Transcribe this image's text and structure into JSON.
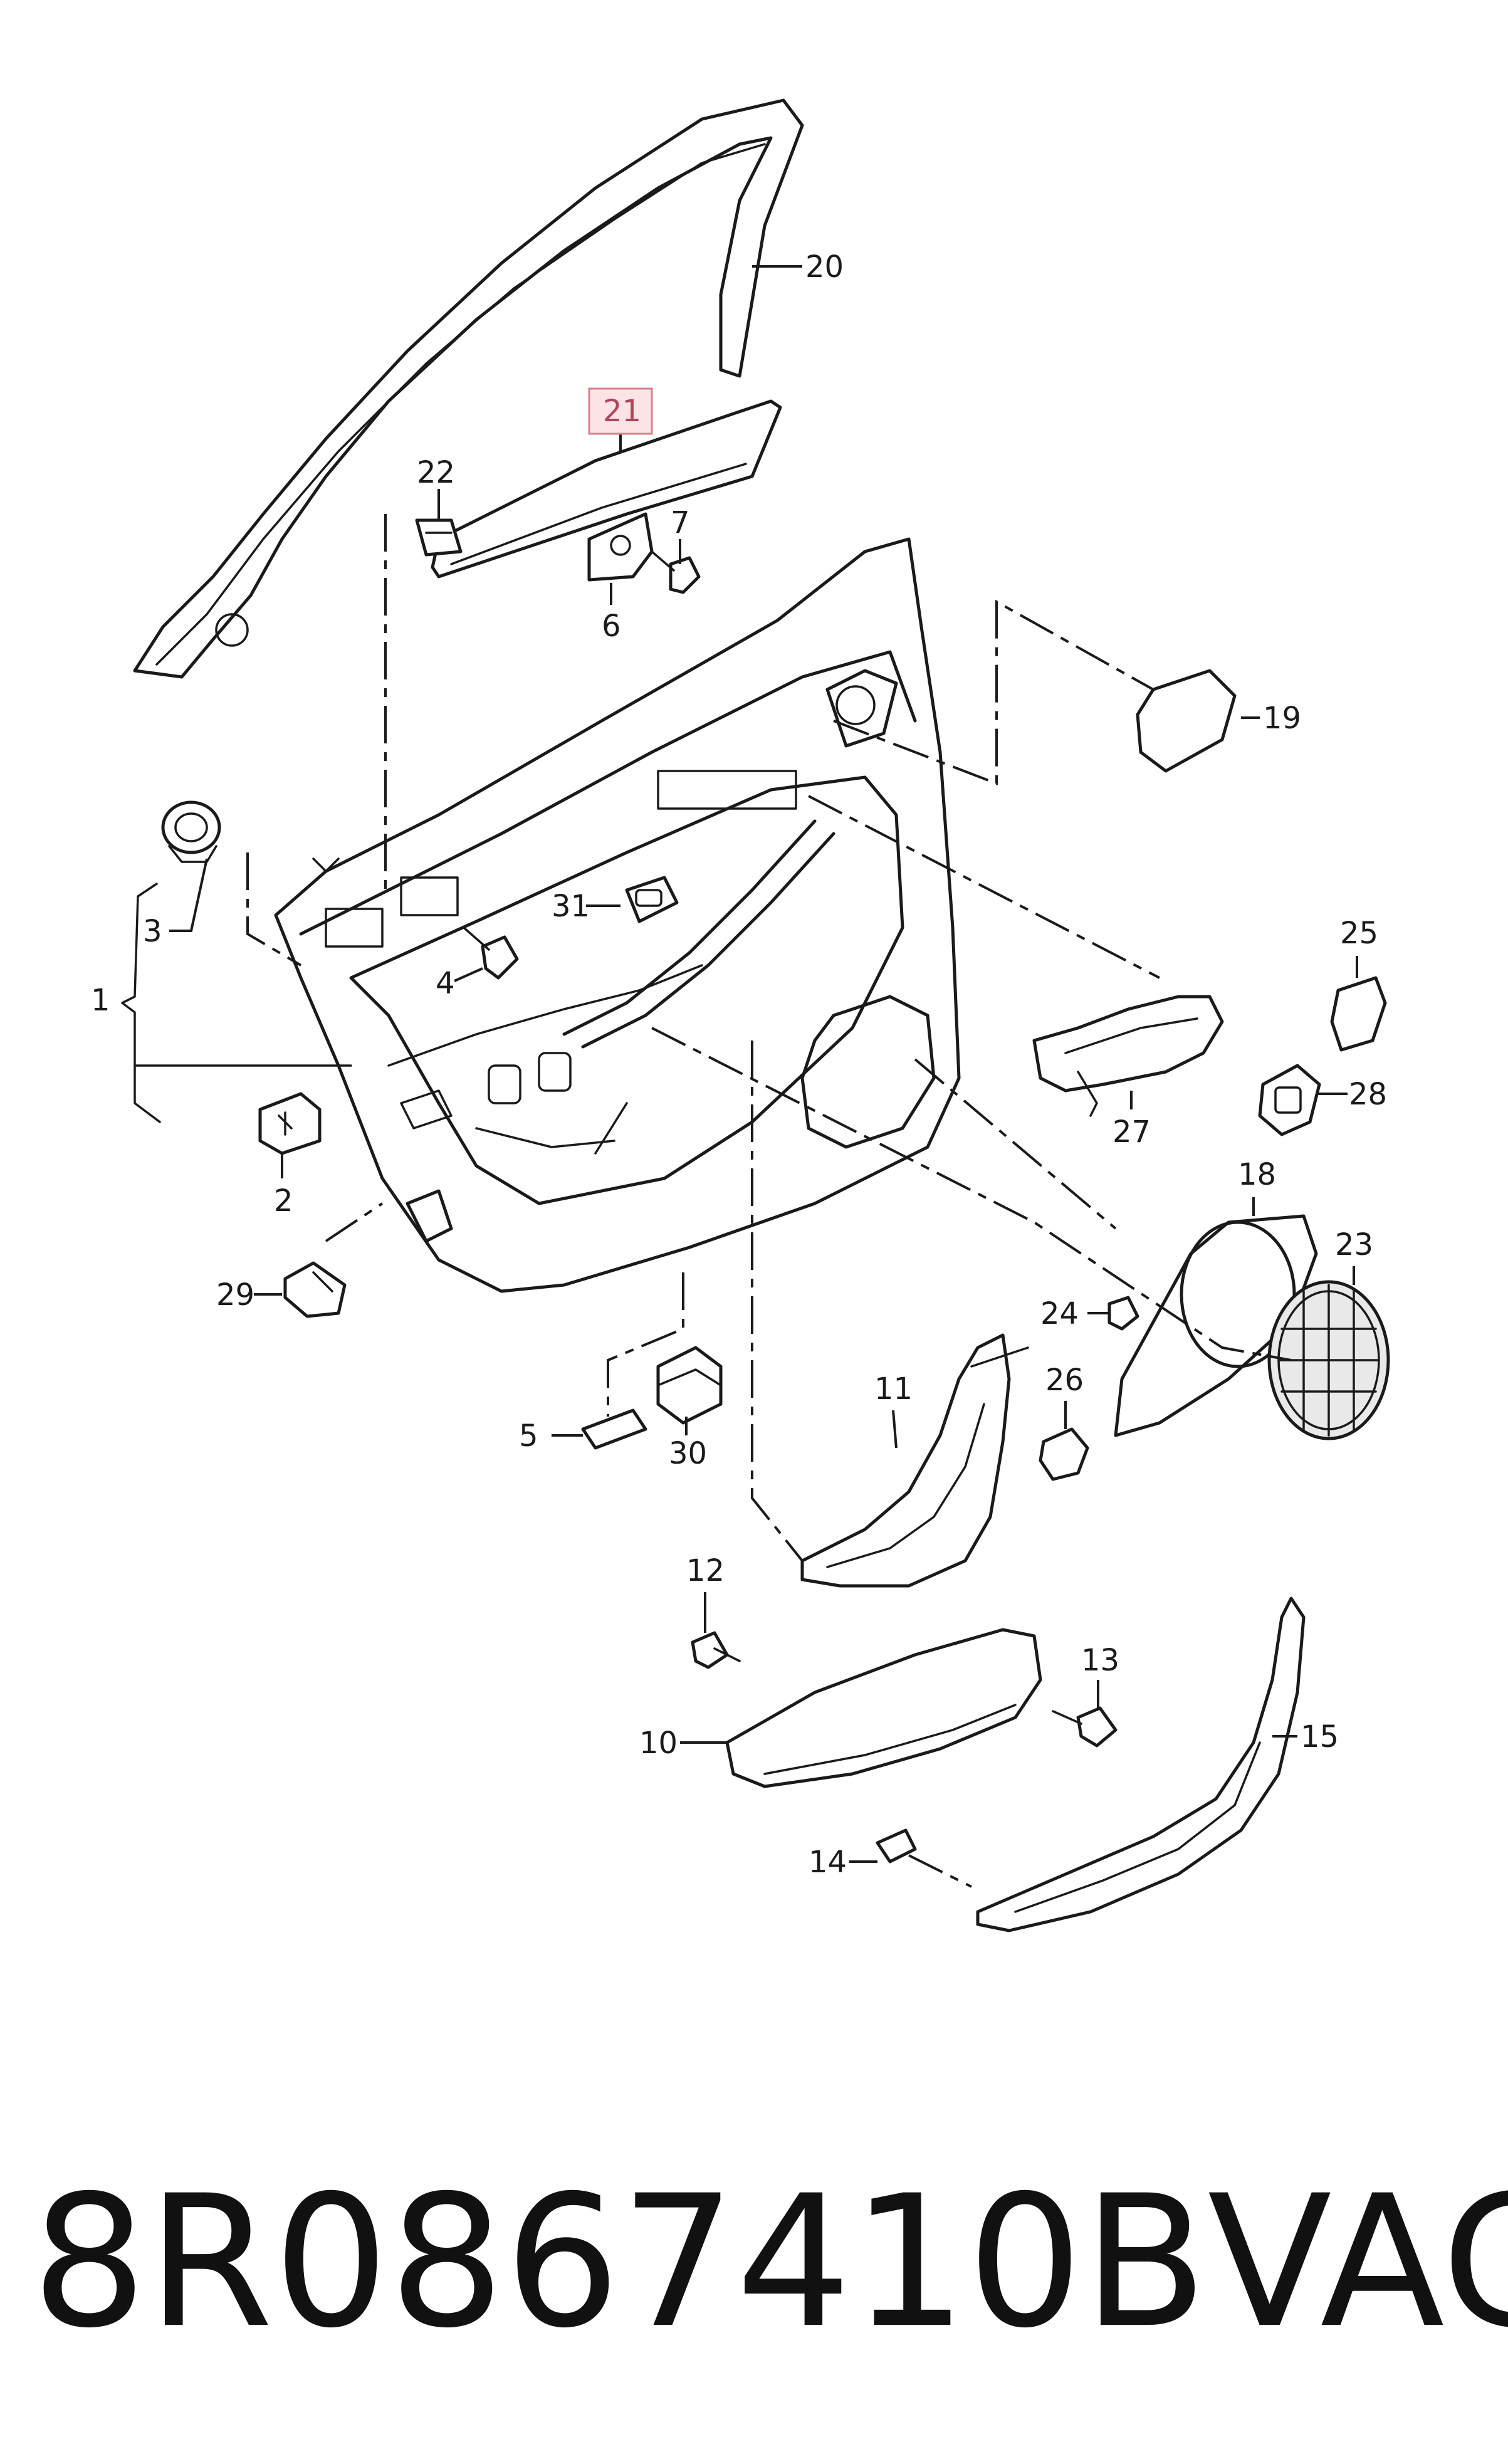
{
  "callouts": {
    "c1": "1",
    "c2": "2",
    "c3": "3",
    "c4": "4",
    "c5": "5",
    "c6": "6",
    "c7": "7",
    "c10": "10",
    "c11": "11",
    "c12": "12",
    "c13": "13",
    "c14": "14",
    "c15": "15",
    "c18": "18",
    "c19": "19",
    "c20": "20",
    "c21": "21",
    "c22": "22",
    "c23": "23",
    "c24": "24",
    "c25": "25",
    "c26": "26",
    "c27": "27",
    "c28": "28",
    "c29": "29",
    "c30": "30",
    "c31": "31"
  },
  "highlighted_callout": "21",
  "highlight_color": "#fbe3e6",
  "footer": {
    "part_number": "8R0867410B",
    "brand": "VAG"
  }
}
